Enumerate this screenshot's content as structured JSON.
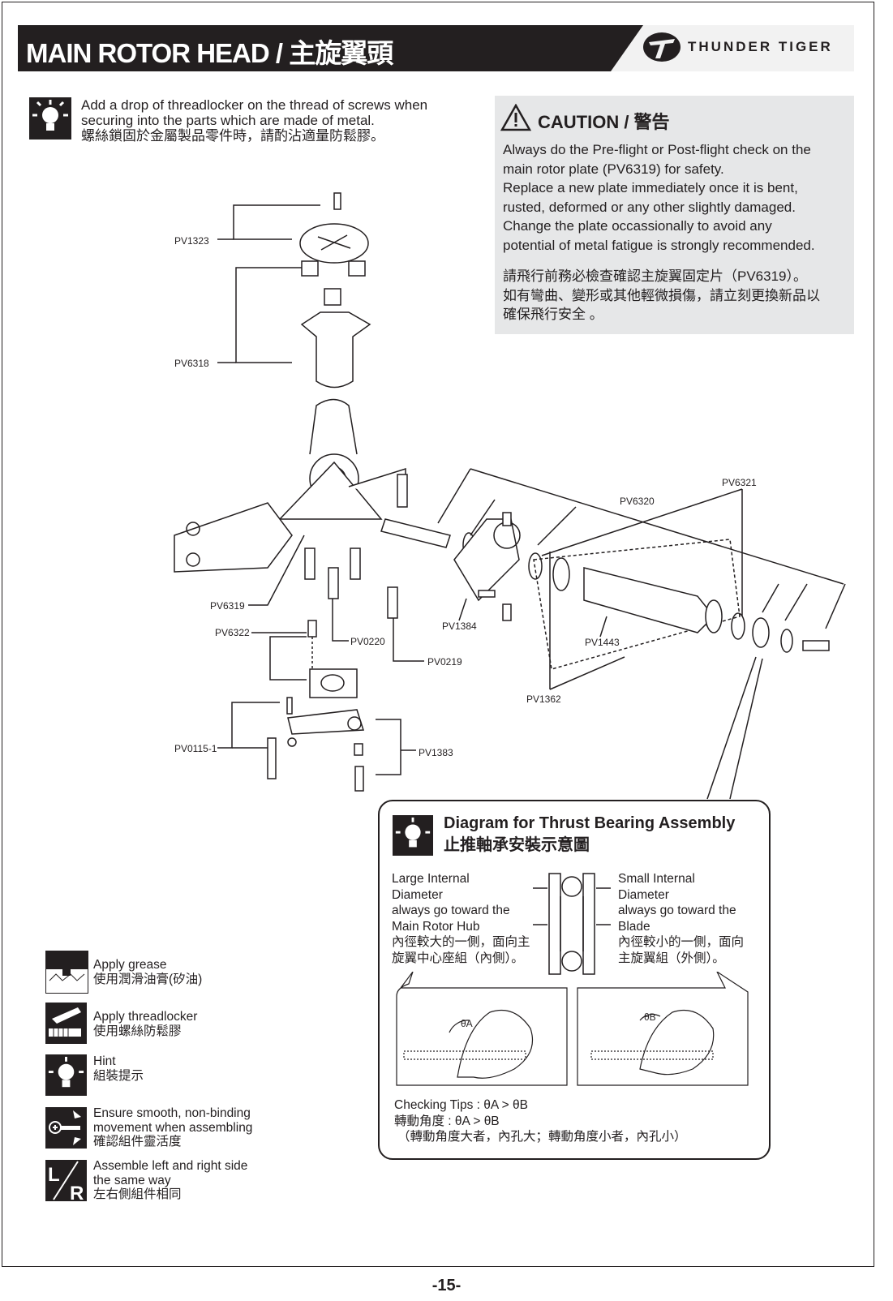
{
  "header": {
    "title": "MAIN ROTOR HEAD / 主旋翼頭",
    "brand": "THUNDER TIGER"
  },
  "hint_top": {
    "lines": [
      "Add a drop of threadlocker on the thread of screws when",
      "securing into the parts which are made of metal.",
      "螺絲鎖固於金屬製品零件時，請酌沾適量防鬆膠。"
    ]
  },
  "caution": {
    "title": "CAUTION / 警告",
    "en_lines": [
      "Always do the Pre-flight or Post-flight check on the",
      "main rotor plate (PV6319) for safety.",
      "Replace a new plate immediately once it is bent,",
      "rusted, deformed or any other slightly damaged.",
      "Change the plate occassionally to avoid any",
      "potential of metal fatigue is strongly recommended."
    ],
    "zh_lines": [
      "請飛行前務必檢查確認主旋翼固定片（PV6319）。",
      "如有彎曲、變形或其他輕微損傷，請立刻更換新品以",
      "確保飛行安全 。"
    ]
  },
  "part_labels": {
    "pv1323": "PV1323",
    "pv6318": "PV6318",
    "pv6319": "PV6319",
    "pv6322": "PV6322",
    "pv0220": "PV0220",
    "pv0219": "PV0219",
    "pv1384": "PV1384",
    "pv1443": "PV1443",
    "pv1362": "PV1362",
    "pv6320": "PV6320",
    "pv6321": "PV6321",
    "pv0115_1": "PV0115-1",
    "pv1383": "PV1383"
  },
  "thrust": {
    "title_en": "Diagram for Thrust Bearing Assembly",
    "title_zh": "止推軸承安裝示意圖",
    "left_lines": [
      "Large Internal",
      "Diameter",
      "always go toward the",
      "Main Rotor Hub",
      "內徑較大的一側，面向主",
      "旋翼中心座組（內側）。"
    ],
    "right_lines": [
      "Small Internal",
      "Diameter",
      "always go toward the",
      "Blade",
      "內徑較小的一側，面向",
      "主旋翼組（外側）。"
    ],
    "theta_a": "θA",
    "theta_b": "θB",
    "tips": [
      "Checking Tips : θA > θB",
      "轉動角度 : θA > θB",
      "（轉動角度大者，內孔大；轉動角度小者，內孔小）"
    ]
  },
  "legend": [
    {
      "icon": "grease-icon",
      "lines": [
        "Apply grease",
        "使用潤滑油膏(矽油)"
      ]
    },
    {
      "icon": "threadlocker-icon",
      "lines": [
        "Apply threadlocker",
        "使用螺絲防鬆膠"
      ]
    },
    {
      "icon": "hint-bulb-icon",
      "lines": [
        "Hint",
        "組裝提示"
      ]
    },
    {
      "icon": "smooth-movement-icon",
      "lines": [
        "Ensure smooth, non-binding",
        "movement when assembling",
        "確認組件靈活度"
      ]
    },
    {
      "icon": "left-right-icon",
      "lines": [
        "Assemble left and right side",
        "the same way",
        "左右側組件相同"
      ]
    }
  ],
  "page_number": "-15-"
}
